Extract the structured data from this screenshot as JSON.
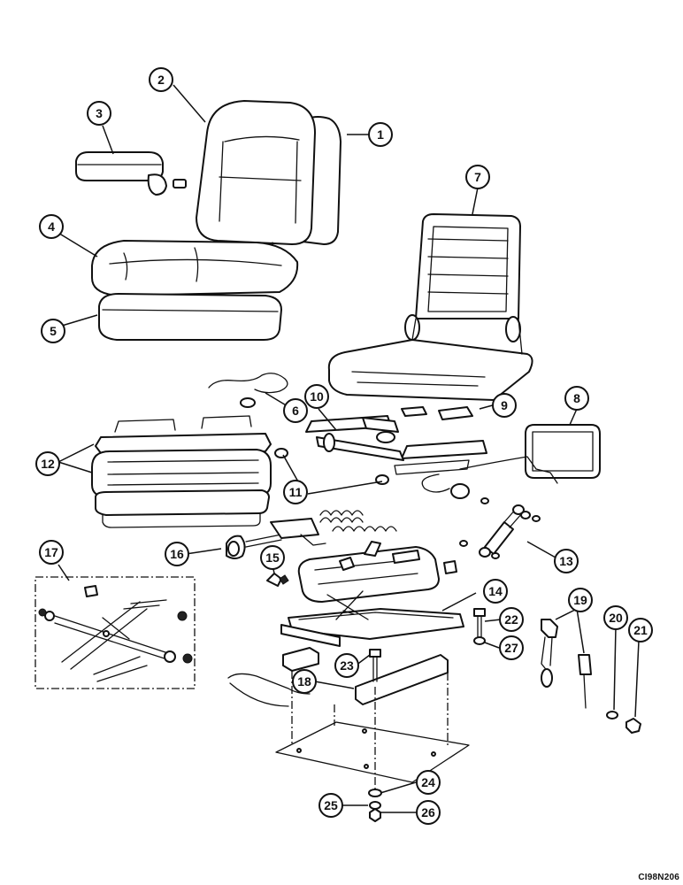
{
  "diagram": {
    "drawing_code": "CI98N206",
    "line_color": "#111111",
    "background": "#ffffff",
    "callouts": [
      {
        "number": "1",
        "part": "seat-back-cover"
      },
      {
        "number": "2",
        "part": "seat-back-cushion"
      },
      {
        "number": "3",
        "part": "armrest"
      },
      {
        "number": "4",
        "part": "seat-cushion"
      },
      {
        "number": "5",
        "part": "seat-cushion-base"
      },
      {
        "number": "6",
        "part": "wire-spring"
      },
      {
        "number": "7",
        "part": "seat-frame"
      },
      {
        "number": "8",
        "part": "backrest-pad"
      },
      {
        "number": "9",
        "part": "pads"
      },
      {
        "number": "10",
        "part": "slide-rails"
      },
      {
        "number": "11",
        "part": "bumpers"
      },
      {
        "number": "12",
        "part": "suspension-boot"
      },
      {
        "number": "13",
        "part": "shock-absorber"
      },
      {
        "number": "14",
        "part": "suspension-assembly"
      },
      {
        "number": "15",
        "part": "clip"
      },
      {
        "number": "16",
        "part": "adjustment-knob"
      },
      {
        "number": "17",
        "part": "scissor-kit"
      },
      {
        "number": "18",
        "part": "mounting-rails"
      },
      {
        "number": "19",
        "part": "seat-belt"
      },
      {
        "number": "20",
        "part": "washer"
      },
      {
        "number": "21",
        "part": "bolt"
      },
      {
        "number": "22",
        "part": "bolt"
      },
      {
        "number": "23",
        "part": "bolt"
      },
      {
        "number": "24",
        "part": "washer"
      },
      {
        "number": "25",
        "part": "lock-washer"
      },
      {
        "number": "26",
        "part": "nut"
      },
      {
        "number": "27",
        "part": "washer"
      }
    ]
  }
}
